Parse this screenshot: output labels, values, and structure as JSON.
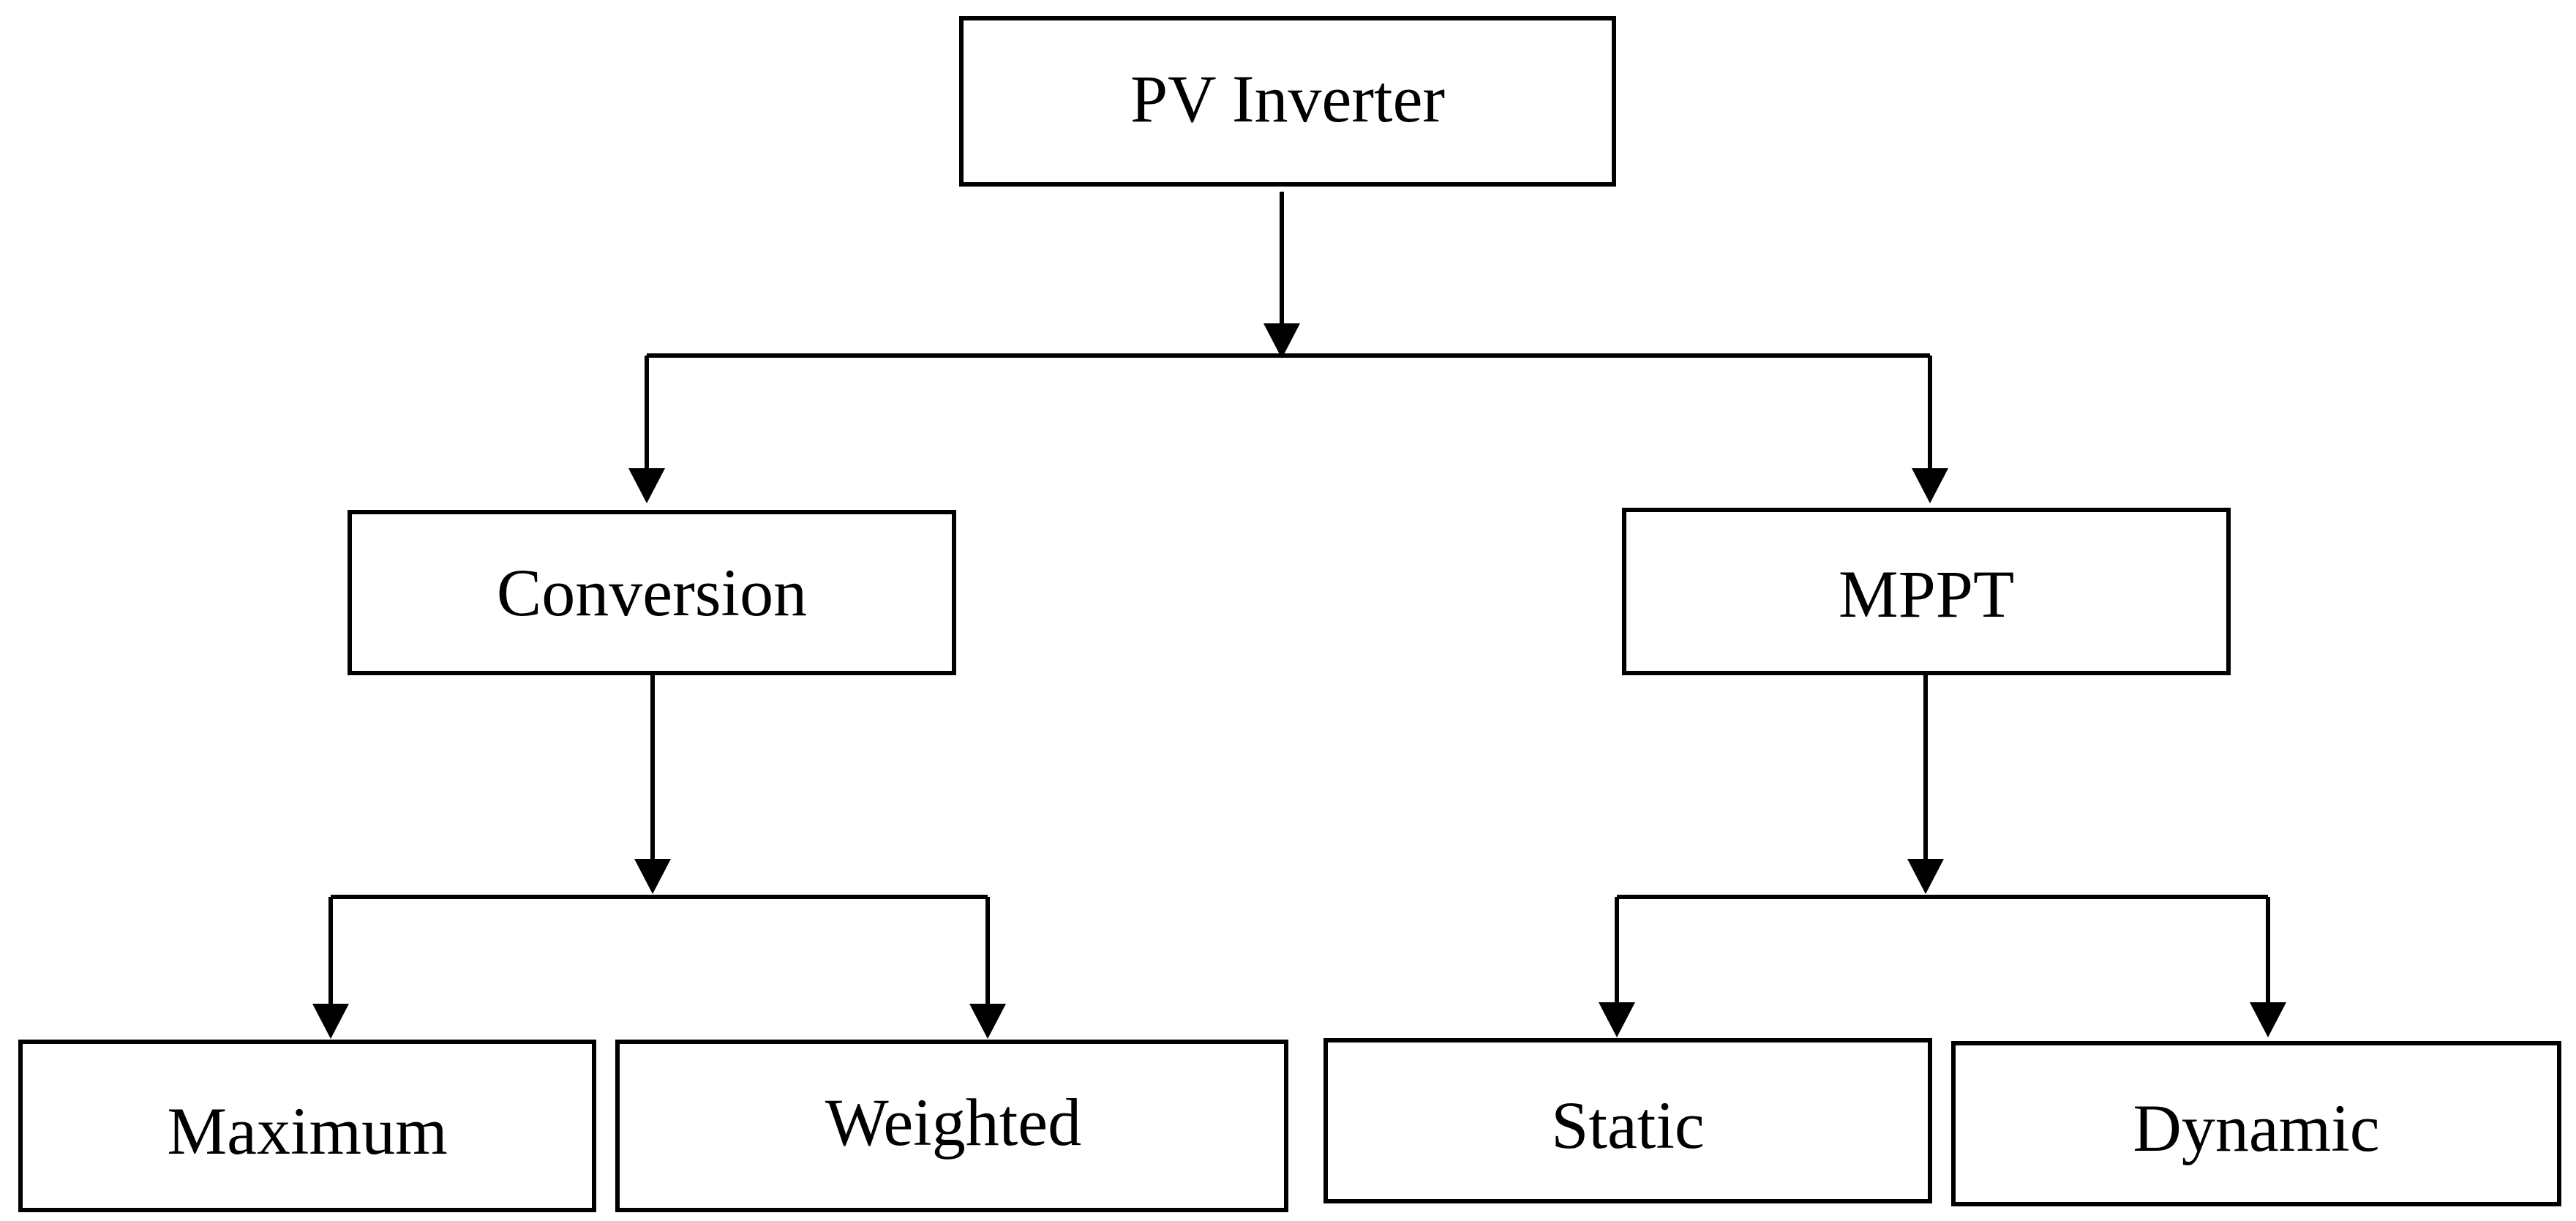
{
  "colors": {
    "stroke": "#000000",
    "fill": "#ffffff",
    "text": "#000000"
  },
  "nodes": {
    "root": {
      "label": "PV Inverter"
    },
    "conversion": {
      "label": "Conversion"
    },
    "mppt": {
      "label": "MPPT"
    },
    "maximum": {
      "label": "Maximum"
    },
    "weighted": {
      "label": "Weighted"
    },
    "static": {
      "label": "Static"
    },
    "dynamic": {
      "label": "Dynamic"
    }
  },
  "edges": [
    {
      "from": "root",
      "to": "conversion"
    },
    {
      "from": "root",
      "to": "mppt"
    },
    {
      "from": "conversion",
      "to": "maximum"
    },
    {
      "from": "conversion",
      "to": "weighted"
    },
    {
      "from": "mppt",
      "to": "static"
    },
    {
      "from": "mppt",
      "to": "dynamic"
    }
  ]
}
